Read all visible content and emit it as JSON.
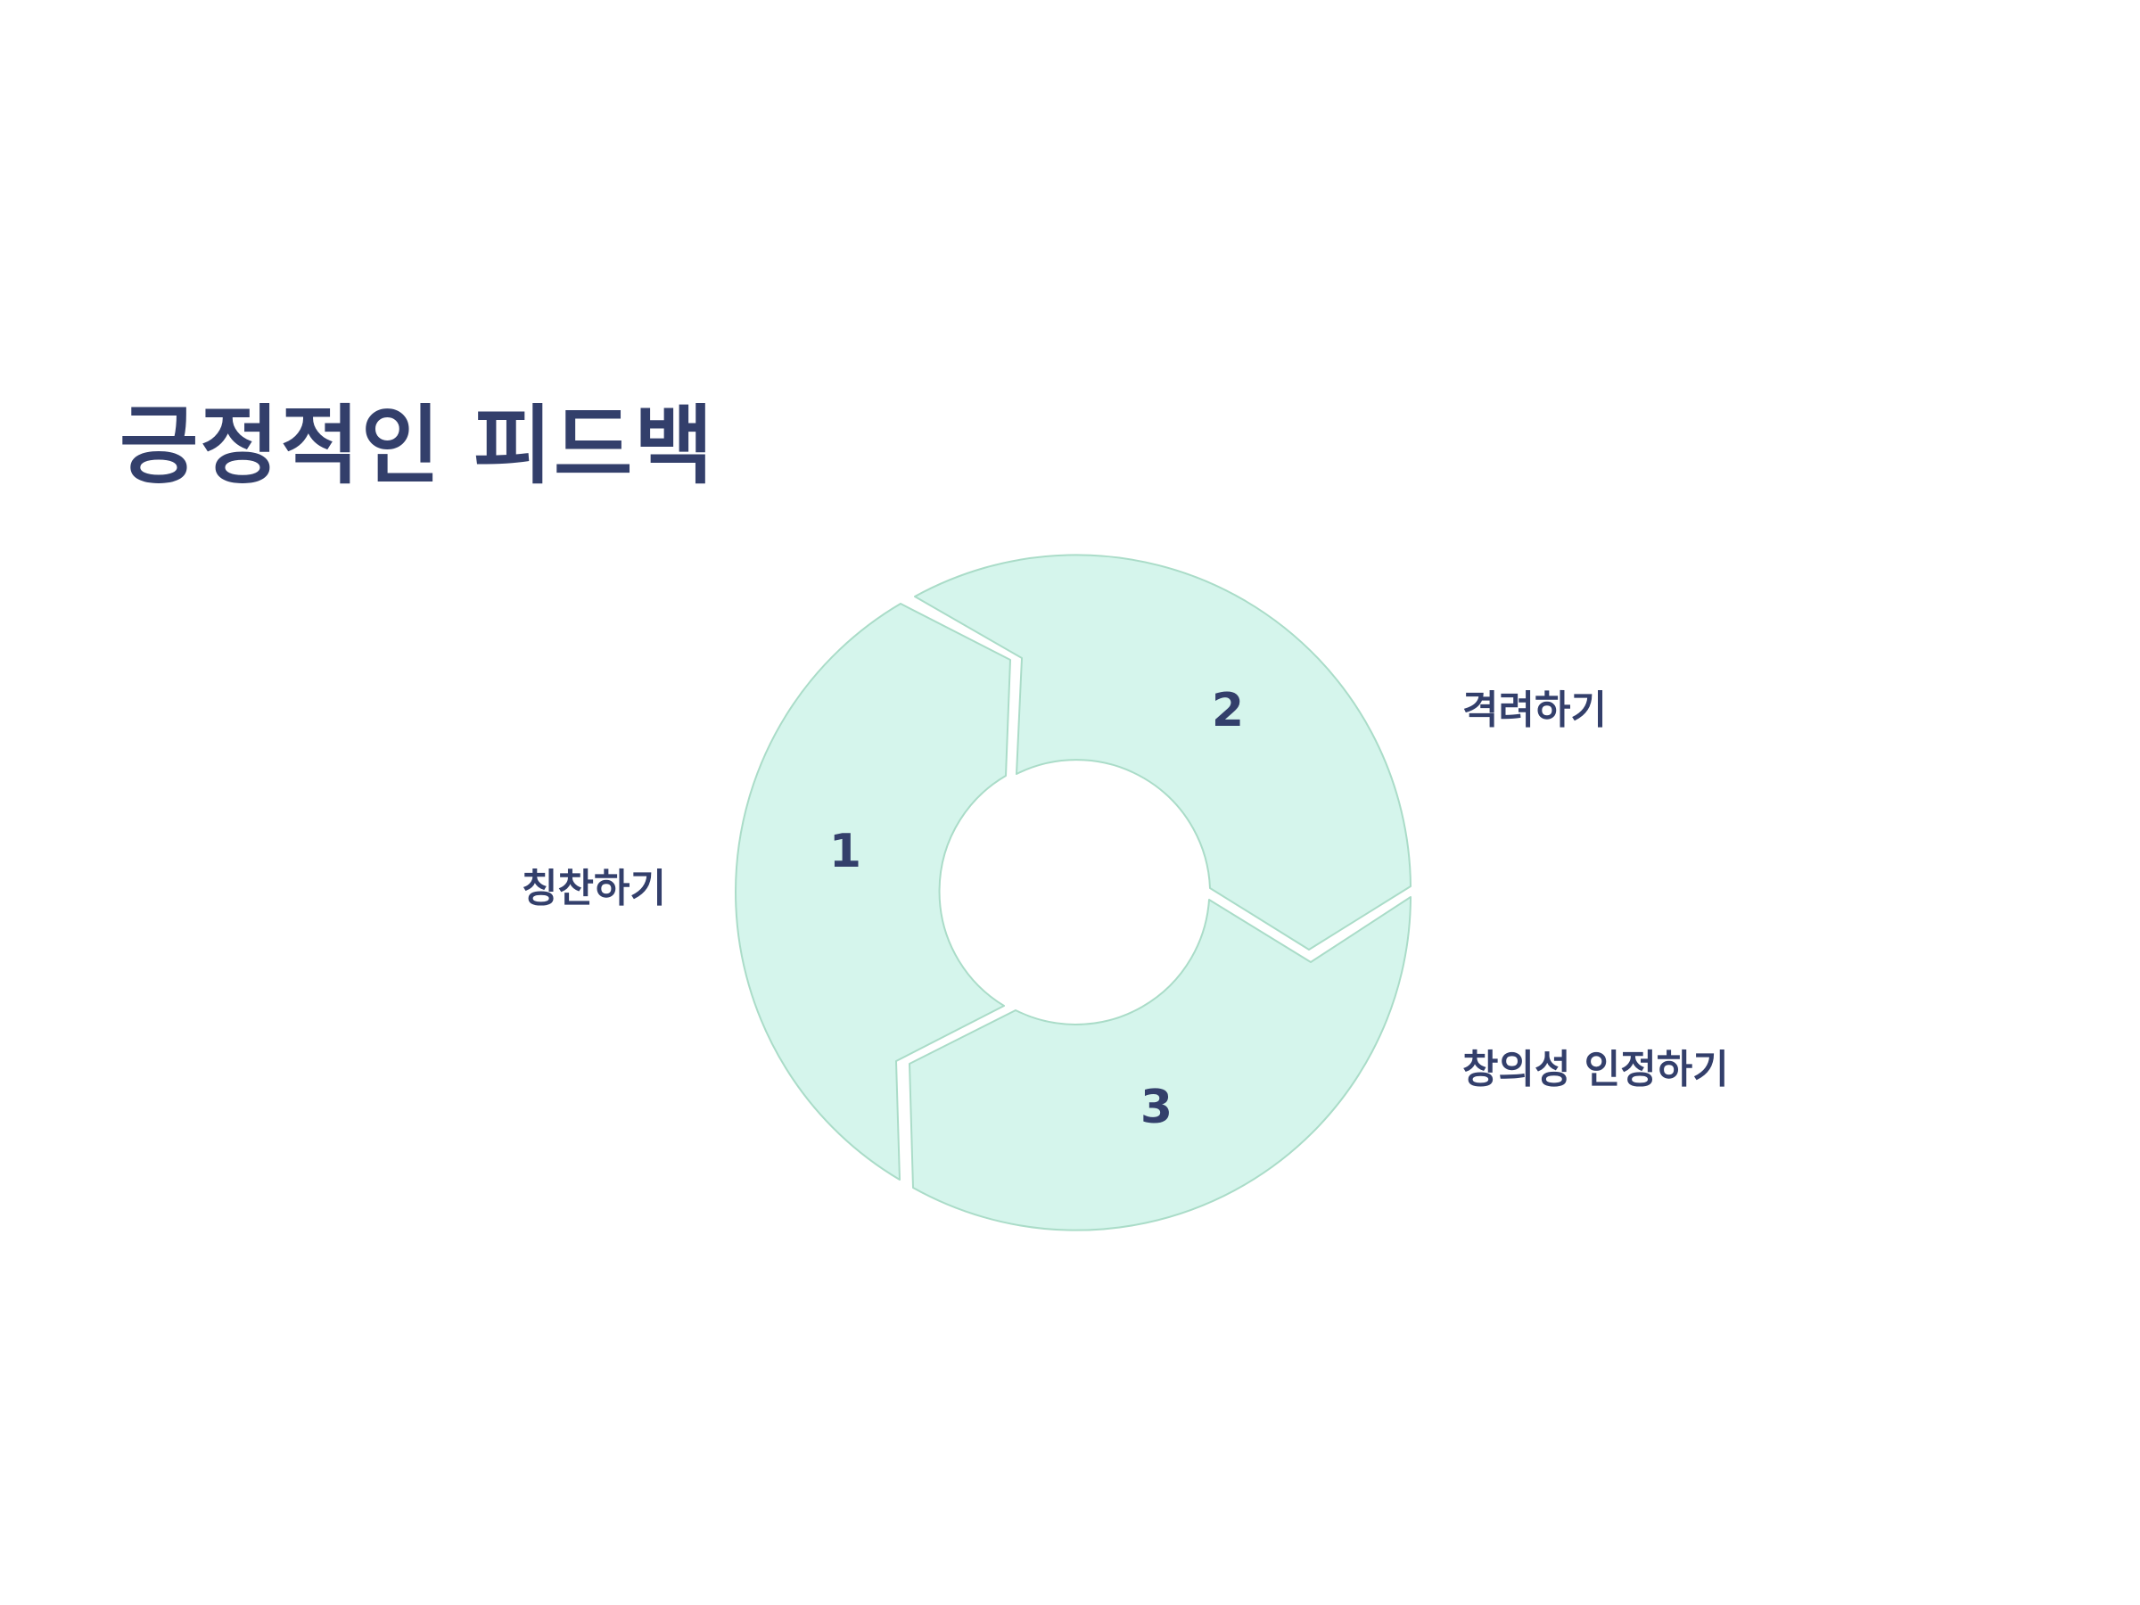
{
  "title": "긍정적인 피드백",
  "cycle": {
    "steps": [
      {
        "number": "1",
        "label": "칭찬하기"
      },
      {
        "number": "2",
        "label": "격려하기"
      },
      {
        "number": "3",
        "label": "창의성 인정하기"
      }
    ]
  },
  "colors": {
    "title": "#333f6b",
    "segment_fill": "#d5f5ec",
    "segment_stroke": "#aadcc8",
    "background": "#ffffff"
  }
}
